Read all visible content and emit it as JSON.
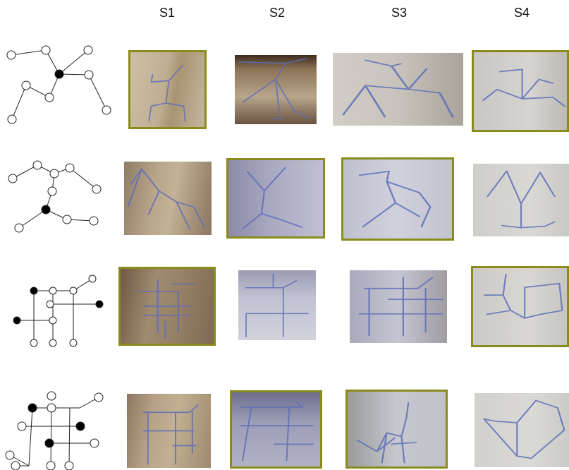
{
  "columns": [
    "S1",
    "S2",
    "S3",
    "S4"
  ],
  "colors": {
    "selection_frame": "#8b8a1d",
    "strand": "#5e6fb8",
    "node_fill_filled": "#000000",
    "node_fill_empty": "#ffffff"
  },
  "rows": [
    {
      "id": "row-1",
      "selected": [
        "S1",
        "S4"
      ]
    },
    {
      "id": "row-2",
      "selected": [
        "S2",
        "S3"
      ]
    },
    {
      "id": "row-3",
      "selected": [
        "S1",
        "S4"
      ]
    },
    {
      "id": "row-4",
      "selected": [
        "S2",
        "S3"
      ]
    }
  ]
}
